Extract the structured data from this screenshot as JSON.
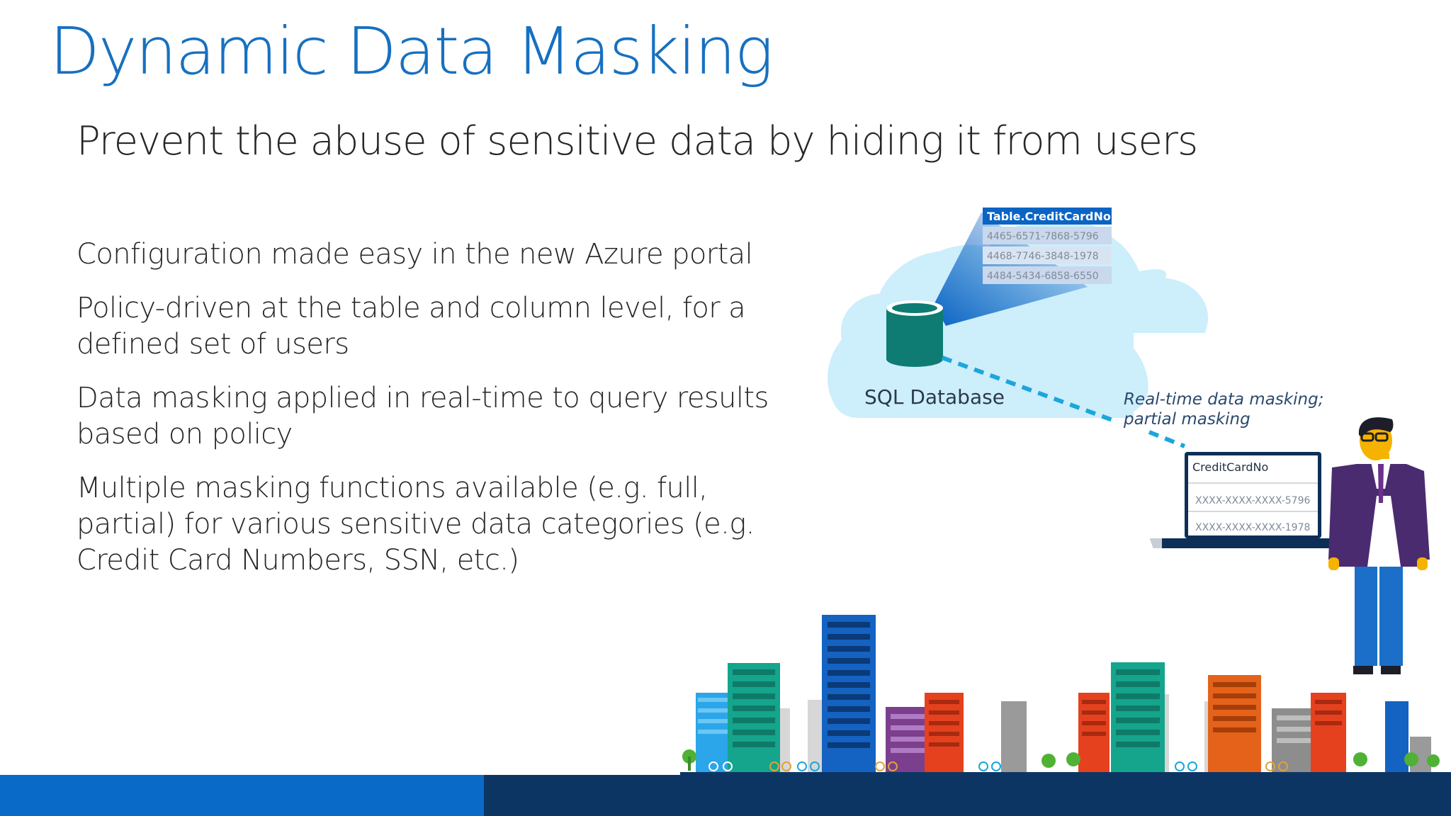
{
  "slide": {
    "title": "Dynamic Data Masking",
    "subtitle": "Prevent the abuse of sensitive data by hiding it from users",
    "bullets": [
      "Configuration made easy in the new Azure portal",
      "Policy-driven at the table and column level, for a defined set of users",
      "Data masking applied in real-time to query results based on policy",
      "Multiple masking functions available (e.g. full, partial) for various sensitive data categories (e.g. Credit Card Numbers, SSN, etc.)"
    ]
  },
  "diagram": {
    "database_label": "SQL Database",
    "table": {
      "header": "Table.CreditCardNo",
      "rows": [
        "4465-6571-7868-5796",
        "4468-7746-3848-1978",
        "4484-5434-6858-6550"
      ]
    },
    "masking_caption_line1": "Real-time data masking;",
    "masking_caption_line2": "partial masking",
    "laptop": {
      "header": "CreditCardNo",
      "rows": [
        "XXXX-XXXX-XXXX-5796",
        "XXXX-XXXX-XXXX-1978"
      ]
    }
  },
  "colors": {
    "title_blue": "#1770c0",
    "cloud": "#cdeefb",
    "database_teal": "#0e7c73",
    "table_header": "#0a64c4",
    "dashed_line": "#1ba6dc",
    "footer_light": "#0a6ac8",
    "footer_dark": "#0d3564"
  }
}
